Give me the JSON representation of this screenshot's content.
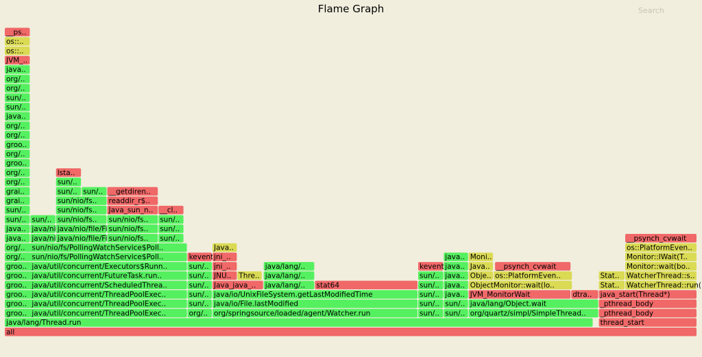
{
  "header": {
    "title": "Flame Graph",
    "search_label": "Search"
  },
  "chart_data": {
    "type": "flamegraph",
    "total_samples": 1000,
    "colors": {
      "red": "#f06868",
      "green": "#55f060",
      "yellow": "#dada55"
    },
    "frames": [
      {
        "depth": 0,
        "start": 0,
        "width": 1000,
        "label": "all",
        "color": "red"
      },
      {
        "depth": 1,
        "start": 0,
        "width": 850,
        "label": "java/lang/Thread.run",
        "color": "green"
      },
      {
        "depth": 2,
        "start": 0,
        "width": 264,
        "label": "groo..|java/util/concurrent/ThreadPoolExec..",
        "color": "green"
      },
      {
        "depth": 2,
        "start": 264,
        "width": 36,
        "label": "org/..",
        "color": "green"
      },
      {
        "depth": 2,
        "start": 300,
        "width": 297,
        "label": "org/springsource/loaded/agent/Watcher.run",
        "color": "green"
      },
      {
        "depth": 2,
        "start": 597,
        "width": 37,
        "label": "sun/..",
        "color": "green"
      },
      {
        "depth": 2,
        "start": 634,
        "width": 36,
        "label": "sun/..",
        "color": "green"
      },
      {
        "depth": 2,
        "start": 670,
        "width": 188,
        "label": "org/quartz/simpl/SimpleThread..",
        "color": "green"
      },
      {
        "depth": 1,
        "start": 858,
        "width": 142,
        "label": "thread_start",
        "color": "red"
      },
      {
        "depth": 3,
        "start": 0,
        "width": 264,
        "label": "groo..|java/util/concurrent/ThreadPoolExec..",
        "color": "green"
      },
      {
        "depth": 3,
        "start": 264,
        "width": 36,
        "label": "sun/..",
        "color": "green"
      },
      {
        "depth": 3,
        "start": 300,
        "width": 297,
        "label": "java/io/File.lastModified",
        "color": "green"
      },
      {
        "depth": 3,
        "start": 597,
        "width": 37,
        "label": "sun/..",
        "color": "green"
      },
      {
        "depth": 3,
        "start": 634,
        "width": 36,
        "label": "sun/..",
        "color": "green"
      },
      {
        "depth": 3,
        "start": 670,
        "width": 188,
        "label": "java/lang/Object.wait",
        "color": "green"
      },
      {
        "depth": 2,
        "start": 858,
        "width": 142,
        "label": "_pthread_body",
        "color": "red"
      },
      {
        "depth": 4,
        "start": 0,
        "width": 264,
        "label": "groo..|java/util/concurrent/ThreadPoolExec..",
        "color": "green"
      },
      {
        "depth": 4,
        "start": 264,
        "width": 36,
        "label": "sun/..",
        "color": "green"
      },
      {
        "depth": 4,
        "start": 300,
        "width": 297,
        "label": "java/io/UnixFileSystem.getLastModifiedTime",
        "color": "green"
      },
      {
        "depth": 4,
        "start": 597,
        "width": 37,
        "label": "sun/..",
        "color": "green"
      },
      {
        "depth": 4,
        "start": 634,
        "width": 36,
        "label": "java..",
        "color": "green"
      },
      {
        "depth": 4,
        "start": 670,
        "width": 148,
        "label": "JVM_MonitorWait",
        "color": "red"
      },
      {
        "depth": 4,
        "start": 818,
        "width": 40,
        "label": "dtra..",
        "color": "red"
      },
      {
        "depth": 3,
        "start": 858,
        "width": 142,
        "label": "_pthread_body",
        "color": "red"
      },
      {
        "depth": 5,
        "start": 0,
        "width": 264,
        "label": "groo..|java/util/concurrent/ScheduledThrea..",
        "color": "green"
      },
      {
        "depth": 5,
        "start": 264,
        "width": 36,
        "label": "sun/..",
        "color": "green"
      },
      {
        "depth": 5,
        "start": 300,
        "width": 74,
        "label": "Java_java_..",
        "color": "red"
      },
      {
        "depth": 5,
        "start": 374,
        "width": 74,
        "label": "java/lang/..",
        "color": "green"
      },
      {
        "depth": 5,
        "start": 448,
        "width": 149,
        "label": "stat64",
        "color": "red"
      },
      {
        "depth": 5,
        "start": 597,
        "width": 37,
        "label": "sun/..",
        "color": "green"
      },
      {
        "depth": 5,
        "start": 634,
        "width": 36,
        "label": "java..",
        "color": "green"
      },
      {
        "depth": 5,
        "start": 670,
        "width": 150,
        "label": "ObjectMonitor::wait(lo..",
        "color": "yellow"
      },
      {
        "depth": 4,
        "start": 858,
        "width": 142,
        "label": "java_start(Thread*)",
        "color": "red"
      },
      {
        "depth": 6,
        "start": 0,
        "width": 264,
        "label": "groo..|java/util/concurrent/FutureTask.run..",
        "color": "green"
      },
      {
        "depth": 6,
        "start": 264,
        "width": 36,
        "label": "sun/..",
        "color": "green"
      },
      {
        "depth": 6,
        "start": 300,
        "width": 36,
        "label": "JNU..",
        "color": "red"
      },
      {
        "depth": 6,
        "start": 336,
        "width": 36,
        "label": "Thre..",
        "color": "yellow"
      },
      {
        "depth": 6,
        "start": 374,
        "width": 74,
        "label": "java/lang/..",
        "color": "green"
      },
      {
        "depth": 6,
        "start": 597,
        "width": 37,
        "label": "sun/..",
        "color": "green"
      },
      {
        "depth": 6,
        "start": 634,
        "width": 36,
        "label": "java..",
        "color": "green"
      },
      {
        "depth": 6,
        "start": 670,
        "width": 36,
        "label": "Obje..",
        "color": "yellow"
      },
      {
        "depth": 6,
        "start": 706,
        "width": 114,
        "label": "os::PlatformEven..",
        "color": "yellow"
      },
      {
        "depth": 5,
        "start": 858,
        "width": 38,
        "label": "Stat..",
        "color": "yellow"
      },
      {
        "depth": 5,
        "start": 896,
        "width": 104,
        "label": "WatcherThread::run()",
        "color": "yellow"
      },
      {
        "depth": 7,
        "start": 0,
        "width": 264,
        "label": "groo..|java/util/concurrent/Executors$Runn..",
        "color": "green"
      },
      {
        "depth": 7,
        "start": 264,
        "width": 36,
        "label": "sun/..",
        "color": "green"
      },
      {
        "depth": 7,
        "start": 300,
        "width": 36,
        "label": "jni_..",
        "color": "red"
      },
      {
        "depth": 7,
        "start": 374,
        "width": 74,
        "label": "java/lang/..",
        "color": "green"
      },
      {
        "depth": 7,
        "start": 597,
        "width": 37,
        "label": "kevent",
        "color": "red"
      },
      {
        "depth": 7,
        "start": 634,
        "width": 36,
        "label": "java..",
        "color": "green"
      },
      {
        "depth": 7,
        "start": 670,
        "width": 36,
        "label": "Java..",
        "color": "yellow"
      },
      {
        "depth": 7,
        "start": 708,
        "width": 110,
        "label": "__psynch_cvwait",
        "color": "red"
      },
      {
        "depth": 6,
        "start": 858,
        "width": 38,
        "label": "Stat..",
        "color": "yellow"
      },
      {
        "depth": 6,
        "start": 896,
        "width": 104,
        "label": "WatcherThread::s..",
        "color": "yellow"
      },
      {
        "depth": 8,
        "start": 0,
        "width": 264,
        "label": "org/..|sun/nio/fs/PollingWatchService$Poll..",
        "color": "green"
      },
      {
        "depth": 8,
        "start": 264,
        "width": 36,
        "label": "kevent",
        "color": "red"
      },
      {
        "depth": 8,
        "start": 300,
        "width": 36,
        "label": "jni_..",
        "color": "red"
      },
      {
        "depth": 8,
        "start": 634,
        "width": 36,
        "label": "java..",
        "color": "green"
      },
      {
        "depth": 8,
        "start": 670,
        "width": 36,
        "label": "Moni..",
        "color": "yellow"
      },
      {
        "depth": 7,
        "start": 896,
        "width": 104,
        "label": "Monitor::wait(bo..",
        "color": "yellow"
      },
      {
        "depth": 9,
        "start": 0,
        "width": 264,
        "label": "org/..|sun/nio/fs/PollingWatchService$Poll..",
        "color": "green"
      },
      {
        "depth": 9,
        "start": 300,
        "width": 36,
        "label": "Java..",
        "color": "yellow"
      },
      {
        "depth": 8,
        "start": 896,
        "width": 104,
        "label": "Monitor::IWait(T..",
        "color": "yellow"
      },
      {
        "depth": 10,
        "start": 0,
        "width": 37,
        "label": "java..",
        "color": "green"
      },
      {
        "depth": 10,
        "start": 37,
        "width": 37,
        "label": "java/nio/file/Fi..",
        "color": "green"
      },
      {
        "depth": 10,
        "start": 74,
        "width": 74,
        "label": "java/nio/file/Fi..",
        "color": "green"
      },
      {
        "depth": 10,
        "start": 148,
        "width": 74,
        "label": "sun/nio/fs..",
        "color": "green"
      },
      {
        "depth": 10,
        "start": 222,
        "width": 37,
        "label": "sun/..",
        "color": "green"
      },
      {
        "depth": 9,
        "start": 896,
        "width": 104,
        "label": "os::PlatformEven..",
        "color": "yellow"
      },
      {
        "depth": 11,
        "start": 0,
        "width": 37,
        "label": "java..",
        "color": "green"
      },
      {
        "depth": 11,
        "start": 37,
        "width": 37,
        "label": "java/nio/file/Fi..",
        "color": "green"
      },
      {
        "depth": 11,
        "start": 74,
        "width": 74,
        "label": "java/nio/file/Fi..",
        "color": "green"
      },
      {
        "depth": 11,
        "start": 148,
        "width": 74,
        "label": "sun/nio/fs..",
        "color": "green"
      },
      {
        "depth": 11,
        "start": 222,
        "width": 37,
        "label": "sun/..",
        "color": "green"
      },
      {
        "depth": 10,
        "start": 896,
        "width": 104,
        "label": "__psynch_cvwait",
        "color": "red"
      },
      {
        "depth": 12,
        "start": 0,
        "width": 37,
        "label": "sun/..",
        "color": "green"
      },
      {
        "depth": 12,
        "start": 37,
        "width": 37,
        "label": "sun/..",
        "color": "green"
      },
      {
        "depth": 12,
        "start": 74,
        "width": 74,
        "label": "sun/nio/fs..",
        "color": "green"
      },
      {
        "depth": 12,
        "start": 148,
        "width": 74,
        "label": "sun/nio/fs..",
        "color": "green"
      },
      {
        "depth": 12,
        "start": 222,
        "width": 37,
        "label": "sun/..",
        "color": "green"
      },
      {
        "depth": 13,
        "start": 0,
        "width": 37,
        "label": "sun/..",
        "color": "green"
      },
      {
        "depth": 13,
        "start": 74,
        "width": 74,
        "label": "sun/nio/fs..",
        "color": "green"
      },
      {
        "depth": 13,
        "start": 148,
        "width": 74,
        "label": "Java_sun_n..",
        "color": "red"
      },
      {
        "depth": 13,
        "start": 222,
        "width": 37,
        "label": "__cl..",
        "color": "red"
      },
      {
        "depth": 14,
        "start": 0,
        "width": 37,
        "label": "grai..",
        "color": "green"
      },
      {
        "depth": 14,
        "start": 74,
        "width": 74,
        "label": "sun/nio/fs..",
        "color": "green"
      },
      {
        "depth": 14,
        "start": 148,
        "width": 74,
        "label": "readdir_r$..",
        "color": "red"
      },
      {
        "depth": 15,
        "start": 0,
        "width": 37,
        "label": "grai..",
        "color": "green"
      },
      {
        "depth": 15,
        "start": 74,
        "width": 37,
        "label": "sun/..",
        "color": "green"
      },
      {
        "depth": 15,
        "start": 111,
        "width": 37,
        "label": "sun/..",
        "color": "green"
      },
      {
        "depth": 15,
        "start": 148,
        "width": 74,
        "label": "__getdiren..",
        "color": "red"
      },
      {
        "depth": 16,
        "start": 0,
        "width": 37,
        "label": "org/..",
        "color": "green"
      },
      {
        "depth": 16,
        "start": 74,
        "width": 37,
        "label": "sun/..",
        "color": "green"
      },
      {
        "depth": 17,
        "start": 0,
        "width": 37,
        "label": "org/..",
        "color": "green"
      },
      {
        "depth": 17,
        "start": 74,
        "width": 37,
        "label": "lsta..",
        "color": "red"
      },
      {
        "depth": 18,
        "start": 0,
        "width": 37,
        "label": "groo..",
        "color": "green"
      },
      {
        "depth": 19,
        "start": 0,
        "width": 37,
        "label": "org/..",
        "color": "green"
      },
      {
        "depth": 20,
        "start": 0,
        "width": 37,
        "label": "groo..",
        "color": "green"
      },
      {
        "depth": 21,
        "start": 0,
        "width": 37,
        "label": "org/..",
        "color": "green"
      },
      {
        "depth": 22,
        "start": 0,
        "width": 37,
        "label": "org/..",
        "color": "green"
      },
      {
        "depth": 23,
        "start": 0,
        "width": 37,
        "label": "java..",
        "color": "green"
      },
      {
        "depth": 24,
        "start": 0,
        "width": 37,
        "label": "sun/..",
        "color": "green"
      },
      {
        "depth": 25,
        "start": 0,
        "width": 37,
        "label": "sun/..",
        "color": "green"
      },
      {
        "depth": 26,
        "start": 0,
        "width": 37,
        "label": "org/..",
        "color": "green"
      },
      {
        "depth": 27,
        "start": 0,
        "width": 37,
        "label": "org/..",
        "color": "green"
      },
      {
        "depth": 28,
        "start": 0,
        "width": 37,
        "label": "java..",
        "color": "green"
      },
      {
        "depth": 29,
        "start": 0,
        "width": 37,
        "label": "JVM_..",
        "color": "red"
      },
      {
        "depth": 30,
        "start": 0,
        "width": 37,
        "label": "os::..",
        "color": "yellow"
      },
      {
        "depth": 31,
        "start": 0,
        "width": 37,
        "label": "os::..",
        "color": "yellow"
      },
      {
        "depth": 32,
        "start": 0,
        "width": 37,
        "label": "__ps..",
        "color": "red"
      }
    ]
  }
}
